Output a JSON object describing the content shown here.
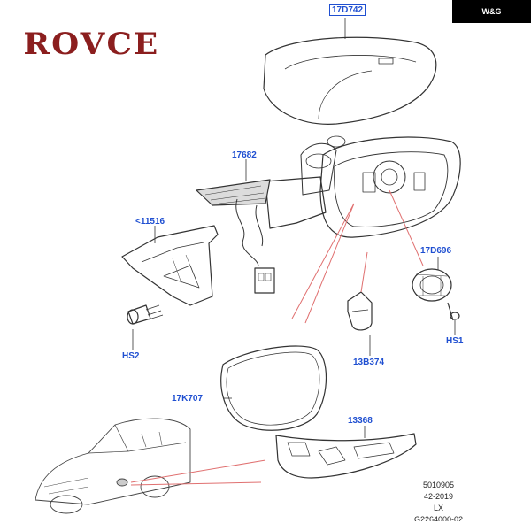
{
  "logo": {
    "text": "ROVCE"
  },
  "watermark": {
    "text": "W&G"
  },
  "callouts": {
    "mirror_cover": "17D742",
    "mirror_base": "17682",
    "bracket": "<11516",
    "screw_left": "HS2",
    "motor": "17D696",
    "screw_right": "HS1",
    "puddle_lamp": "13B374",
    "mirror_glass": "17K707",
    "indicator": "13368"
  },
  "reference": {
    "line1": "5010905",
    "line2": "42-2019",
    "line3": "LX",
    "line4": "G2264000-02"
  },
  "colors": {
    "callout": "#1f4fd1",
    "leader": "#e07070",
    "line": "#333333",
    "logo": "#8b1e1e"
  }
}
